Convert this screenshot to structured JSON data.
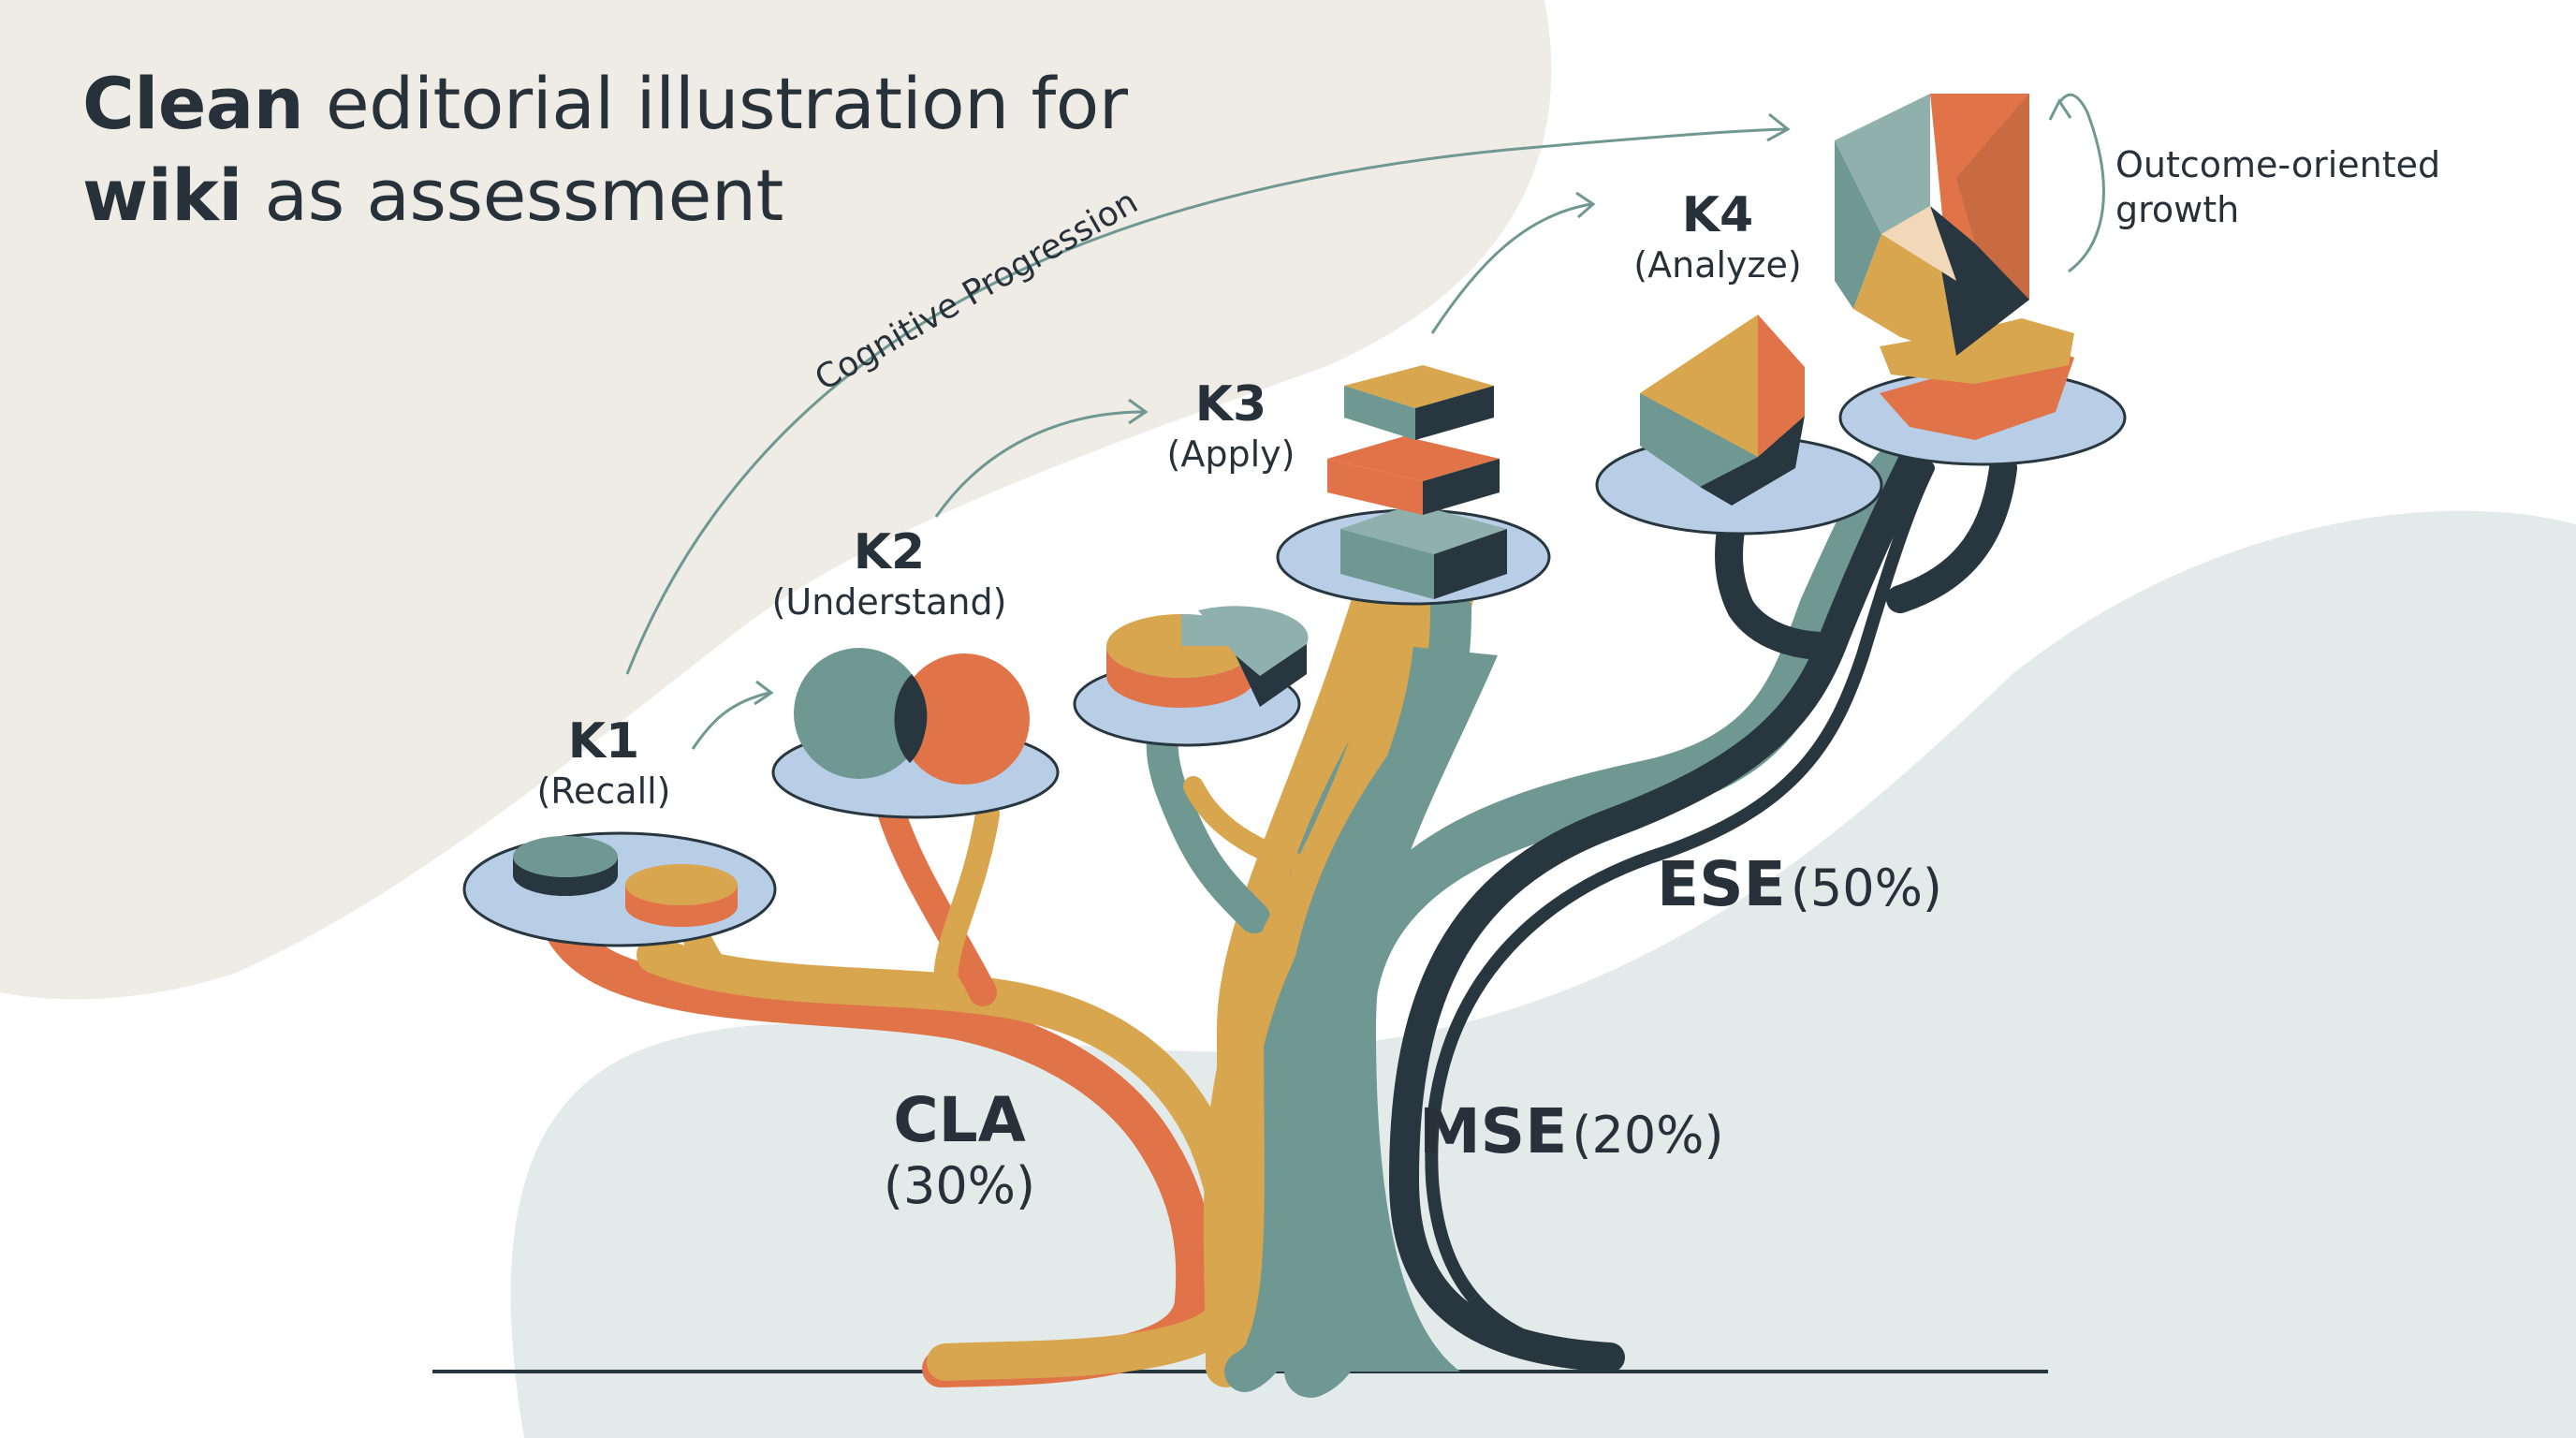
{
  "title": {
    "line1_bold": "Clean",
    "line1_rest": " editorial illustration for",
    "line2_bold": "wiki",
    "line2_rest": " as assessment"
  },
  "progression_label": "Cognitive Progression",
  "growth_note": {
    "line1": "Outcome-oriented",
    "line2": "growth"
  },
  "levels": [
    {
      "code": "K1",
      "name": "(Recall)"
    },
    {
      "code": "K2",
      "name": "(Understand)"
    },
    {
      "code": "K3",
      "name": "(Apply)"
    },
    {
      "code": "K4",
      "name": "(Analyze)"
    }
  ],
  "components": [
    {
      "code": "CLA",
      "pct": "(30%)"
    },
    {
      "code": "MSE",
      "pct": "(20%)"
    },
    {
      "code": "ESE",
      "pct": "(50%)"
    }
  ],
  "colors": {
    "orange": "#e07448",
    "mustard": "#d9a650",
    "teal": "#6e9891",
    "navy": "#28373f",
    "disc": "#b8cde6",
    "beige": "#efebe5",
    "mint": "#e3ebea",
    "text": "#27313a"
  }
}
